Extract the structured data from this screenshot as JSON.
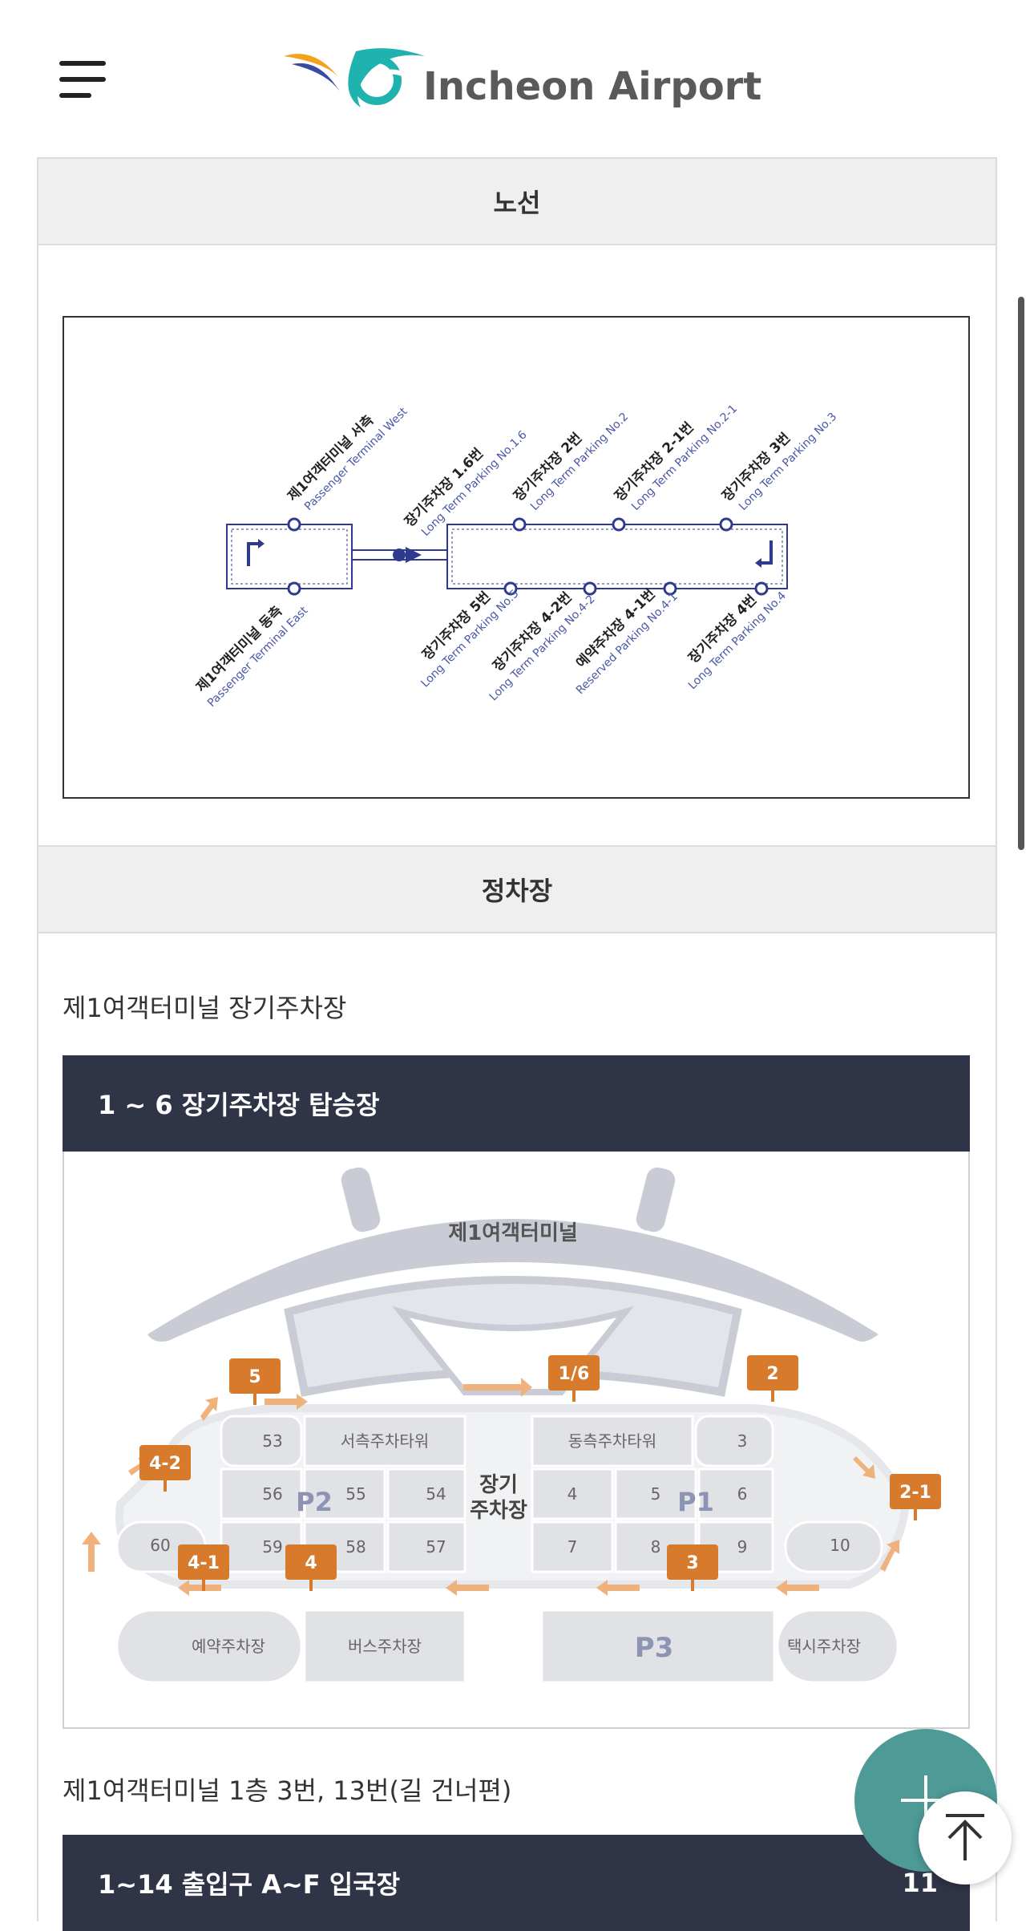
{
  "header": {
    "menu_icon": "hamburger-menu-icon",
    "logo_text": "Incheon Airport"
  },
  "sections": {
    "route_title": "노선",
    "parking_title": "정차장"
  },
  "route": {
    "stops_top": [
      {
        "ko": "제1여객터미널 서측",
        "en": "Passenger Terminal West"
      },
      {
        "ko": "장기주차장 1.6번",
        "en": "Long Term Parking No.1.6"
      },
      {
        "ko": "장기주차장 2번",
        "en": "Long Term Parking No.2"
      },
      {
        "ko": "장기주차장 2-1번",
        "en": "Long Term Parking No.2-1"
      },
      {
        "ko": "장기주차장 3번",
        "en": "Long Term Parking No.3"
      }
    ],
    "stops_bottom": [
      {
        "ko": "제1여객터미널 동측",
        "en": "Passenger Terminal East"
      },
      {
        "ko": "장기주차장 5번",
        "en": "Long Term Parking No.5"
      },
      {
        "ko": "장기주차장 4-2번",
        "en": "Long Term Parking No.4-2"
      },
      {
        "ko": "예약주차장 4-1번",
        "en": "Reserved Parking No.4-1"
      },
      {
        "ko": "장기주차장 4번",
        "en": "Long Term Parking No.4"
      }
    ]
  },
  "parking": {
    "caption1": "제1여객터미널 장기주차장",
    "bar1": "1 ~ 6  장기주차장 탑승장",
    "map": {
      "terminal": "제1여객터미널",
      "west_tower": "서측주차타워",
      "east_tower": "동측주차타워",
      "center_label_1": "장기",
      "center_label_2": "주차장",
      "p1": "P1",
      "p2": "P2",
      "p3": "P3",
      "reserved": "예약주차장",
      "bus": "버스주차장",
      "taxi": "택시주차장",
      "lots": {
        "l53": "53",
        "l3": "3",
        "l56": "56",
        "l55": "55",
        "l54": "54",
        "l4": "4",
        "l5": "5",
        "l6": "6",
        "l60": "60",
        "l59": "59",
        "l58": "58",
        "l57": "57",
        "l7": "7",
        "l8": "8",
        "l9": "9",
        "l10": "10"
      },
      "signs": {
        "s5": "5",
        "s16": "1/6",
        "s2": "2",
        "s42": "4-2",
        "s21": "2-1",
        "s41": "4-1",
        "s4": "4",
        "s3": "3"
      }
    },
    "caption2": "제1여객터미널 1층 3번, 13번(길 건너편)",
    "bar2": "1~14 출입구    A~F 입국장",
    "bar2_right": "11"
  },
  "colors": {
    "dark_bar": "#2f3447",
    "route_line": "#2f3a8f",
    "sign_orange": "#d77a2b",
    "fab": "#4e9a96"
  },
  "fab": {
    "plus_icon": "plus-icon",
    "top_icon": "arrow-up-icon"
  }
}
